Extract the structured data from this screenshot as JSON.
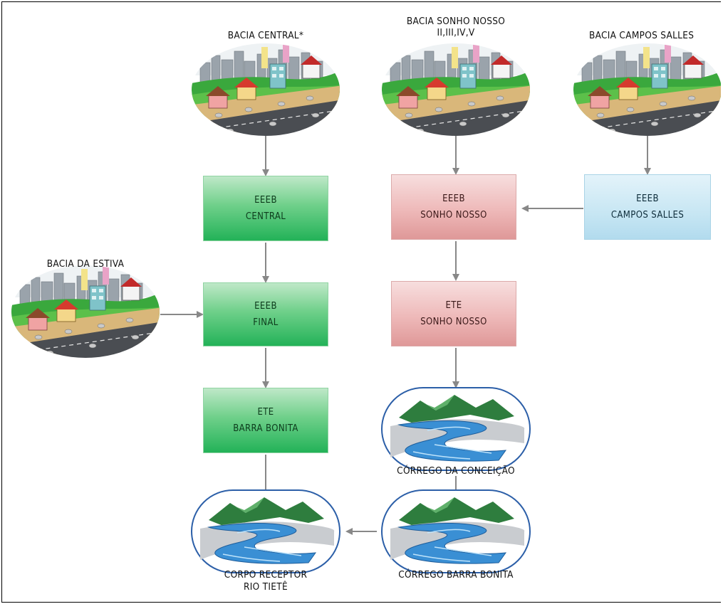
{
  "labels": {
    "bacia_central": "BACIA CENTRAL*",
    "bacia_sonho_nosso_1": "BACIA SONHO NOSSO",
    "bacia_sonho_nosso_2": "II,III,IV,V",
    "bacia_campos_salles": "BACIA CAMPOS SALLES",
    "bacia_estiva": "BACIA DA ESTIVA",
    "corrego_conceicao": "CÓRREGO DA CONCEIÇÃO",
    "corrego_barra_bonita": "CÓRREGO BARRA BONITA",
    "corpo_receptor_1": "CORPO RECEPTOR",
    "corpo_receptor_2": "RIO TIETÊ"
  },
  "boxes": {
    "eeeb_central": {
      "line1": "EEEB",
      "line2": "CENTRAL"
    },
    "eeeb_final": {
      "line1": "EEEB",
      "line2": "FINAL"
    },
    "ete_barra_bonita": {
      "line1": "ETE",
      "line2": "BARRA BONITA"
    },
    "eeeb_sonho_nosso": {
      "line1": "EEEB",
      "line2": "SONHO NOSSO"
    },
    "ete_sonho_nosso": {
      "line1": "ETE",
      "line2": "SONHO NOSSO"
    },
    "eeeb_campos_salles": {
      "line1": "EEEB",
      "line2": "CAMPOS SALLES"
    }
  },
  "colors": {
    "green_station": "#23b258",
    "pink_station": "#eeb9b9",
    "blue_station": "#c7e6f3",
    "arrow": "#888888",
    "river_outline": "#2c5fa8"
  }
}
